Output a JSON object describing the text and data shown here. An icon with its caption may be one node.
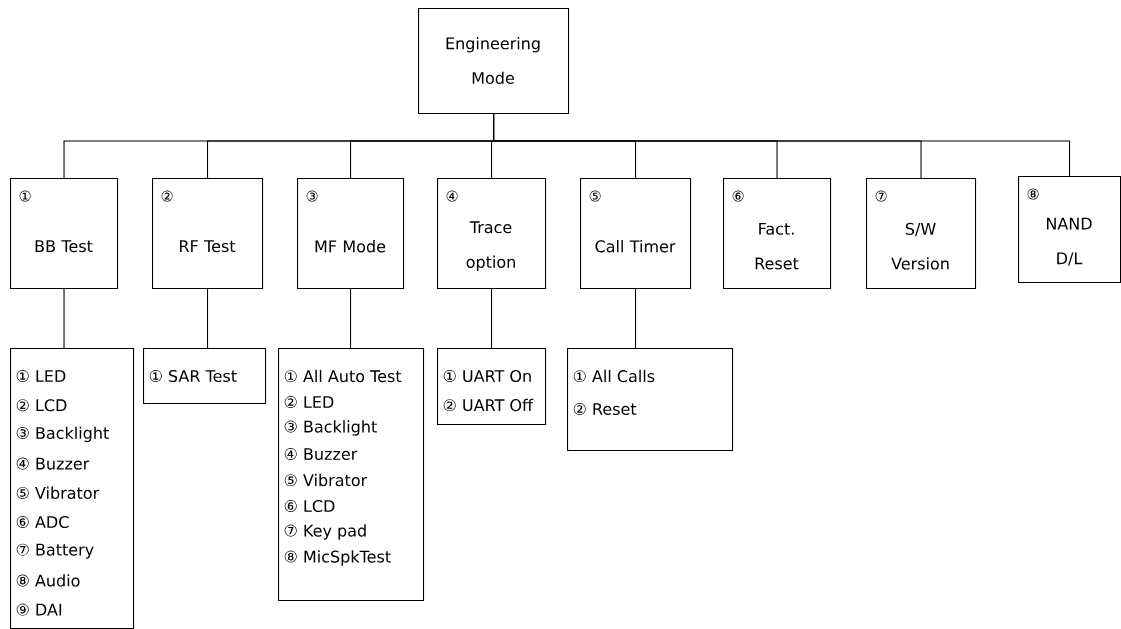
{
  "diagram": {
    "nodes": [
      {
        "text": [
          "Engineering Mode"
        ]
      },
      {
        "text": [
          "①",
          "BB Test"
        ]
      },
      {
        "text": [
          "②",
          "RF Test"
        ]
      },
      {
        "text": [
          "③",
          "MF Mode"
        ]
      },
      {
        "text": [
          "④",
          "Trace option"
        ]
      },
      {
        "text": [
          "⑤",
          "Call Timer"
        ]
      },
      {
        "text": [
          "⑥",
          "Fact. Reset"
        ]
      },
      {
        "text": [
          "⑦",
          "S/W Version"
        ]
      },
      {
        "text": [
          "⑧",
          "NAND D/L"
        ]
      },
      {
        "text": [
          "① LED",
          "② LCD",
          "③ Backlight",
          "④ Buzzer",
          "⑤ Vibrator",
          "⑥ ADC",
          "⑦ Battery",
          "⑧ Audio",
          "⑨ DAI"
        ]
      },
      {
        "text": [
          "① SAR Test"
        ]
      },
      {
        "text": [
          "① All Auto Test",
          "② LED",
          "③ Backlight",
          "④ Buzzer",
          "⑤ Vibrator",
          "⑥ LCD",
          "⑦ Key pad",
          "⑧ MicSpkTest"
        ]
      },
      {
        "text": [
          "① UART On",
          "② UART Off"
        ]
      },
      {
        "text": [
          "① All Calls",
          "② Reset"
        ]
      }
    ],
    "edges": [
      {
        "from": 0,
        "to": 1,
        "arrow": "none"
      },
      {
        "from": 0,
        "to": 2,
        "arrow": "none"
      },
      {
        "from": 0,
        "to": 3,
        "arrow": "none"
      },
      {
        "from": 0,
        "to": 4,
        "arrow": "none"
      },
      {
        "from": 0,
        "to": 5,
        "arrow": "none"
      },
      {
        "from": 0,
        "to": 6,
        "arrow": "none"
      },
      {
        "from": 0,
        "to": 7,
        "arrow": "none"
      },
      {
        "from": 0,
        "to": 8,
        "arrow": "none"
      },
      {
        "from": 1,
        "to": 9,
        "arrow": "none"
      },
      {
        "from": 2,
        "to": 10,
        "arrow": "none"
      },
      {
        "from": 3,
        "to": 11,
        "arrow": "none"
      },
      {
        "from": 4,
        "to": 12,
        "arrow": "none"
      },
      {
        "from": 5,
        "to": 13,
        "arrow": "none"
      }
    ]
  }
}
